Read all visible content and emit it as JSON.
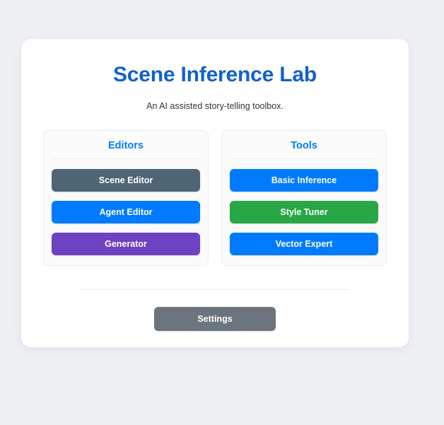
{
  "header": {
    "title": "Scene Inference Lab",
    "subtitle": "An AI assisted story-telling toolbox.",
    "title_color": "#1261c9"
  },
  "panels": [
    {
      "heading": "Editors",
      "heading_color": "#007bff",
      "buttons": [
        {
          "label": "Scene Editor",
          "color": "#4e6575"
        },
        {
          "label": "Agent Editor",
          "color": "#007bff"
        },
        {
          "label": "Generator",
          "color": "#6f42c1"
        }
      ]
    },
    {
      "heading": "Tools",
      "heading_color": "#007bff",
      "buttons": [
        {
          "label": "Basic Inference",
          "color": "#007bff"
        },
        {
          "label": "Style Tuner",
          "color": "#28a745"
        },
        {
          "label": "Vector Expert",
          "color": "#007bff"
        }
      ]
    }
  ],
  "footer": {
    "settings_label": "Settings",
    "settings_color": "#6c757d"
  }
}
